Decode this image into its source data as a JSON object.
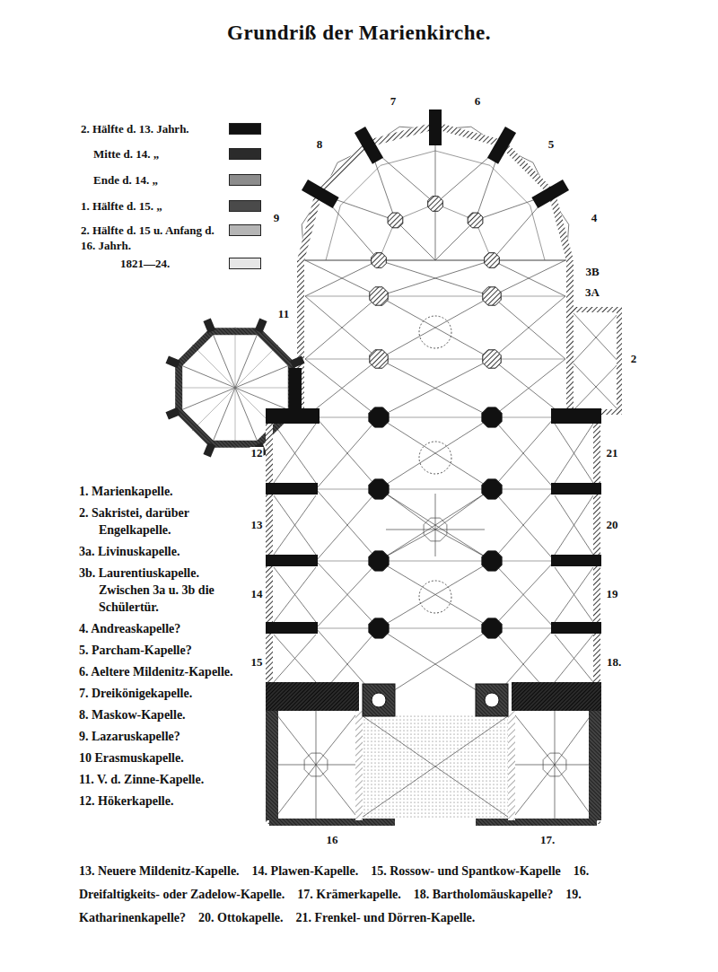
{
  "diagram": {
    "title": "Grundriß der Marienkirche.",
    "labels": [
      "8",
      "7",
      "6",
      "5",
      "4",
      "9",
      "3B",
      "3A",
      "11",
      "2",
      "12",
      "21",
      "13",
      "20",
      "14",
      "19",
      "15",
      "18.",
      "16",
      "17.",
      "1. Marienkapelle.",
      "2. Sakristei, darüber Engelkapelle.",
      "3a. Livinuskapelle.",
      "3b. Laurentiuskapelle. Zwischen 3a u. 3b die Schülertür.",
      "4. Andreaskapelle?",
      "5. Parcham-Kapelle?",
      "6. Aeltere Mildenitz-Kapelle.",
      "7. Dreikönigekapelle.",
      "8. Maskow-Kapelle.",
      "9. Lazaruskapelle?",
      "10 Erasmuskapelle.",
      "11. V. d. Zinne-Kapelle.",
      "12. Hökerkapelle.",
      "13. Neuere Mildenitz-Kapelle.",
      "14. Plawen-Kapelle.",
      "15. Rossow- und Spantkow-Kapelle",
      "16. Dreifaltigkeits- oder Zadelow-Kapelle.",
      "17. Krämerkapelle.",
      "18. Bartholomäuskapelle?",
      "19. Katharinenkapelle?",
      "20. Ottokapelle.",
      "21. Frenkel- und Dörren-Kapelle."
    ],
    "legend": [
      {
        "text": "2. Hälfte d. 13. Jahrh.",
        "color": "#111111"
      },
      {
        "text": "Mitte d. 14. „",
        "color": "#2b2b2b"
      },
      {
        "text": "Ende d. 14. „",
        "color": "#8c8c8c"
      },
      {
        "text": "1. Hälfte d. 15. „",
        "color": "#4a4a4a"
      },
      {
        "text": "2. Hälfte d. 15 u. Anfang d. 16. Jahrh.",
        "color": "#b5b5b5"
      },
      {
        "text": "1821—24.",
        "color": "#e6e6e6"
      }
    ]
  }
}
